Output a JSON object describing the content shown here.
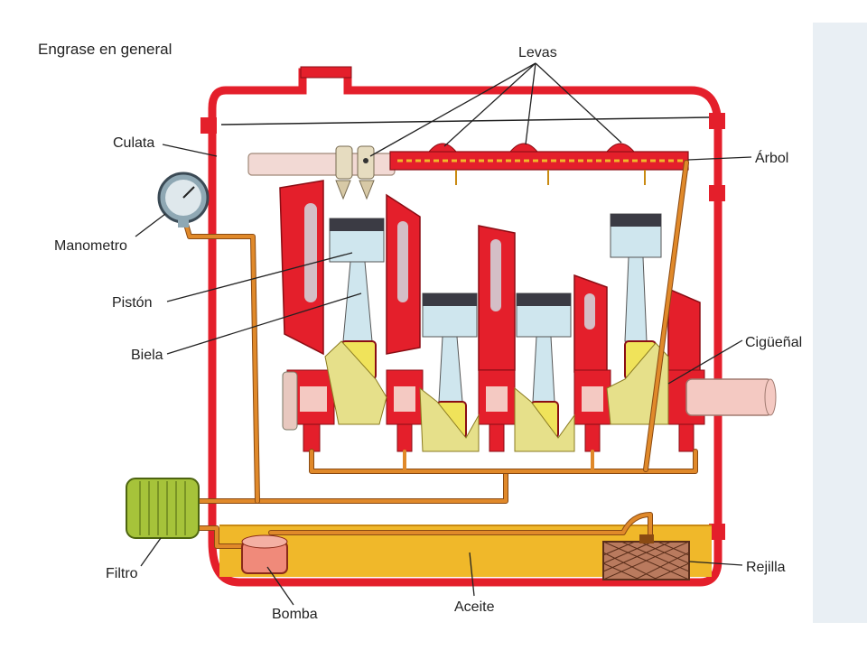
{
  "title": "Engrase en general",
  "labels": {
    "levas": "Levas",
    "culata": "Culata",
    "arbol": "Árbol",
    "manometro": "Manometro",
    "piston": "Pistón",
    "biela": "Biela",
    "ciguenal": "Cigüeñal",
    "filtro": "Filtro",
    "rejilla": "Rejilla",
    "bomba": "Bomba",
    "aceite": "Aceite"
  },
  "colors": {
    "engine_block": "#e41f2b",
    "oil": "#f0b82a",
    "oil_tube": "#e0892a",
    "piston": "#cfe6ee",
    "crank_web": "#e6e08a",
    "filter": "#a6c33a",
    "background_panel": "#e9eff4"
  }
}
